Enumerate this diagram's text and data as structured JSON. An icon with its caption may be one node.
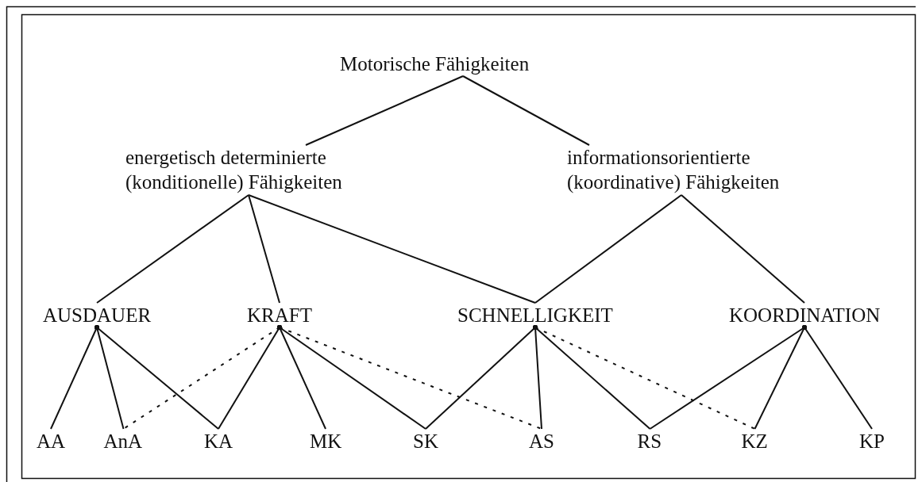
{
  "diagram": {
    "nodes": [
      {
        "text": [
          "Motorische Fähigkeiten"
        ]
      },
      {
        "text": [
          "energetisch determinierte (konditionelle) Fähigkeiten"
        ]
      },
      {
        "text": [
          "informationsorientierte (koordinative) Fähigkeiten"
        ]
      },
      {
        "text": [
          "AUSDAUER"
        ]
      },
      {
        "text": [
          "KRAFT"
        ]
      },
      {
        "text": [
          "SCHNELLIGKEIT"
        ]
      },
      {
        "text": [
          "KOORDINATION"
        ]
      },
      {
        "text": [
          "AA"
        ]
      },
      {
        "text": [
          "AnA"
        ]
      },
      {
        "text": [
          "KA"
        ]
      },
      {
        "text": [
          "MK"
        ]
      },
      {
        "text": [
          "SK"
        ]
      },
      {
        "text": [
          "AS"
        ]
      },
      {
        "text": [
          "RS"
        ]
      },
      {
        "text": [
          "KZ"
        ]
      },
      {
        "text": [
          "KP"
        ]
      }
    ],
    "edges": [
      {
        "from": 0,
        "to": 1,
        "arrow": "none"
      },
      {
        "from": 0,
        "to": 2,
        "arrow": "none"
      },
      {
        "from": 1,
        "to": 3,
        "arrow": "none"
      },
      {
        "from": 1,
        "to": 4,
        "arrow": "none"
      },
      {
        "from": 1,
        "to": 5,
        "arrow": "none"
      },
      {
        "from": 2,
        "to": 5,
        "arrow": "none"
      },
      {
        "from": 2,
        "to": 6,
        "arrow": "none"
      },
      {
        "from": 3,
        "to": 7,
        "arrow": "other"
      },
      {
        "from": 3,
        "to": 8,
        "arrow": "other"
      },
      {
        "from": 3,
        "to": 9,
        "arrow": "other"
      },
      {
        "from": 4,
        "to": 8,
        "arrow": "other",
        "style": "dashed"
      },
      {
        "from": 4,
        "to": 9,
        "arrow": "other"
      },
      {
        "from": 4,
        "to": 10,
        "arrow": "other"
      },
      {
        "from": 4,
        "to": 11,
        "arrow": "other"
      },
      {
        "from": 4,
        "to": 12,
        "arrow": "other",
        "style": "dashed"
      },
      {
        "from": 5,
        "to": 11,
        "arrow": "other"
      },
      {
        "from": 5,
        "to": 12,
        "arrow": "other"
      },
      {
        "from": 5,
        "to": 13,
        "arrow": "other"
      },
      {
        "from": 5,
        "to": 14,
        "arrow": "other",
        "style": "dashed"
      },
      {
        "from": 6,
        "to": 13,
        "arrow": "other"
      },
      {
        "from": 6,
        "to": 14,
        "arrow": "other"
      },
      {
        "from": 6,
        "to": 15,
        "arrow": "other"
      }
    ]
  }
}
